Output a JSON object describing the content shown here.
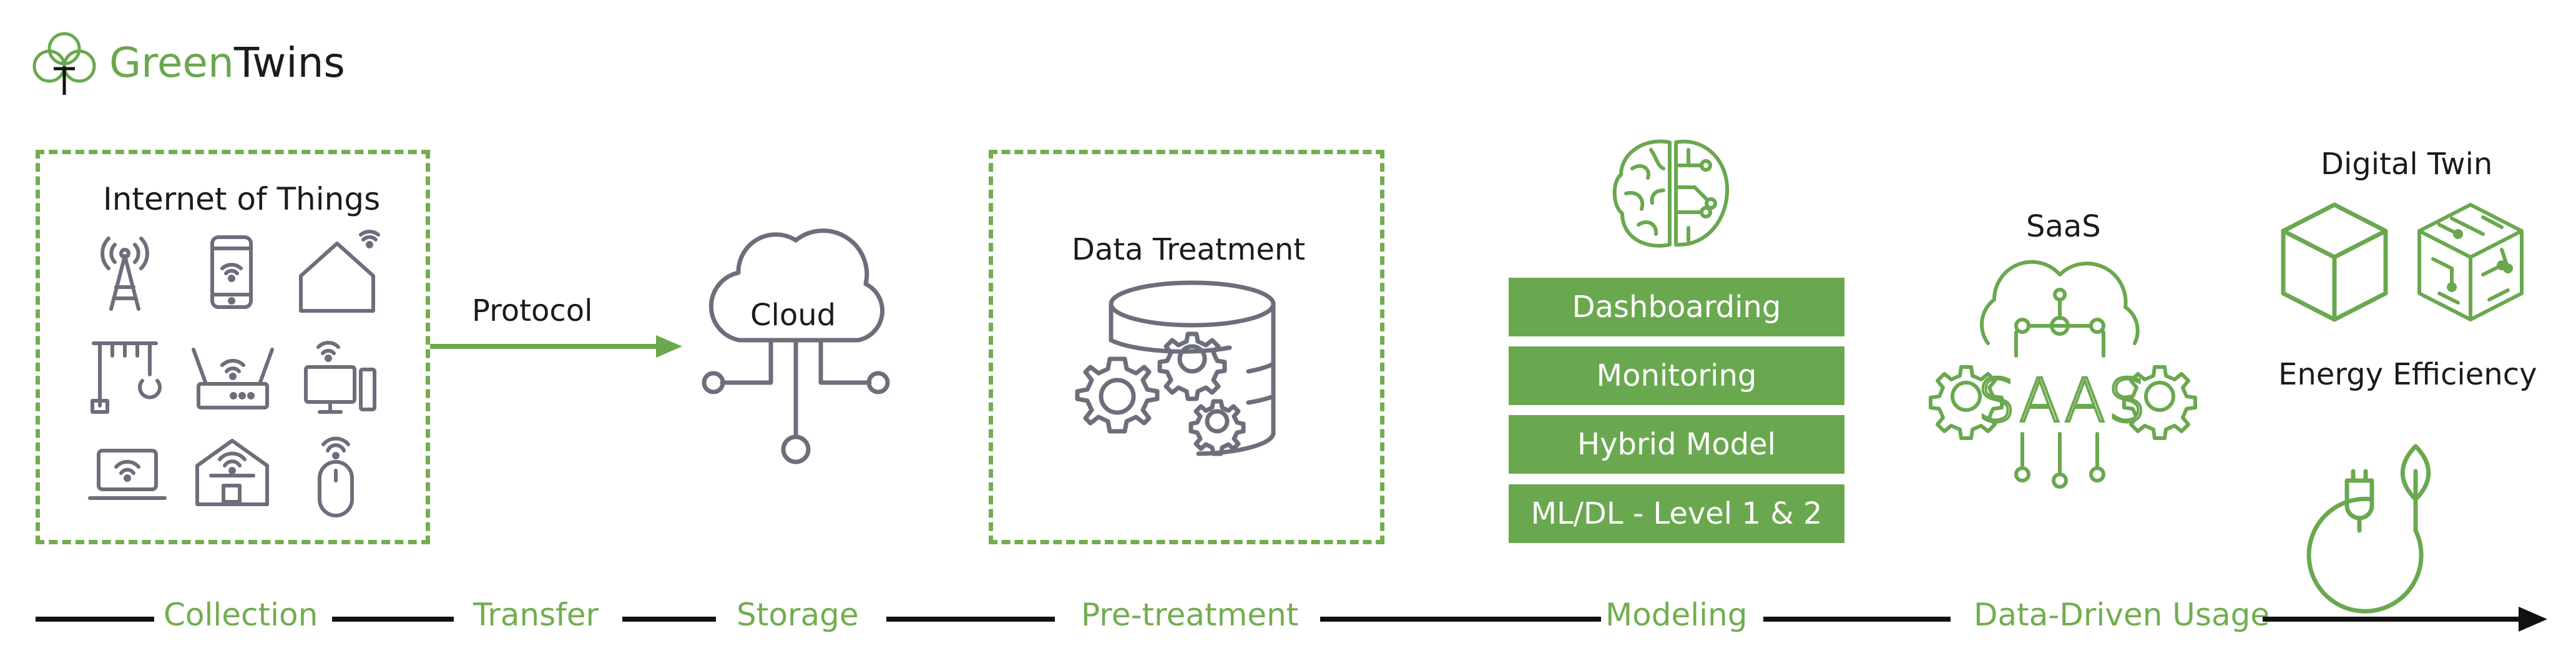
{
  "brand": {
    "name_part1": "Green",
    "name_part2": "Twins",
    "logo_icon": "clover-tree-logo"
  },
  "blocks": {
    "iot": {
      "title": "Internet of Things",
      "icons": [
        "antenna-tower-icon",
        "smartphone-wifi-icon",
        "smart-home-icon",
        "industrial-crane-icon",
        "wifi-router-icon",
        "desktop-wifi-icon",
        "laptop-wifi-icon",
        "warehouse-wifi-icon",
        "mouse-wifi-icon"
      ]
    },
    "protocol": "Protocol",
    "cloud": "Cloud",
    "data_treatment": "Data Treatment",
    "modeling_items": [
      "Dashboarding",
      "Monitoring",
      "Hybrid Model",
      "ML/DL - Level 1 & 2"
    ],
    "saas_title": "SaaS",
    "saas_badge": "SAAS",
    "digital_twin": "Digital Twin",
    "energy_efficiency": "Energy Efficiency"
  },
  "stages": [
    "Collection",
    "Transfer",
    "Storage",
    "Pre-treatment",
    "Modeling",
    "Data-Driven Usage"
  ],
  "colors": {
    "green": "#6aa84f",
    "gray_icon": "#6d6e7c",
    "dark_text": "#1b1b1b",
    "timeline": "#111111"
  }
}
